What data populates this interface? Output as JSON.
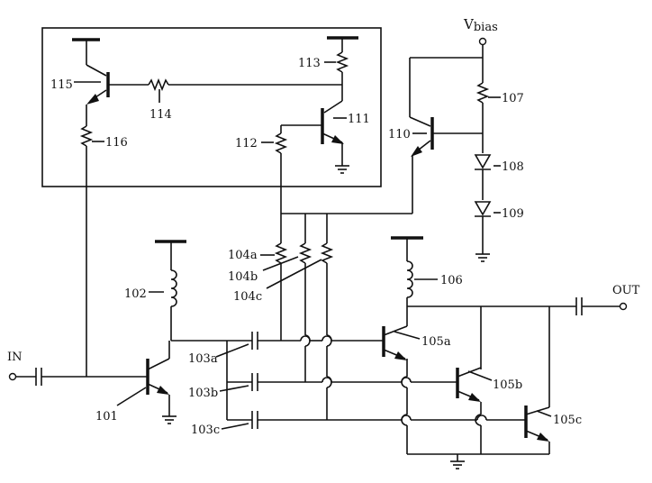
{
  "labels": {
    "vbias": "Vbias",
    "vbias_main": "V",
    "vbias_sub": "bias",
    "in": "IN",
    "out": "OUT",
    "q101": "101",
    "l102": "102",
    "c103a": "103a",
    "c103b": "103b",
    "c103c": "103c",
    "r104a": "104a",
    "r104b": "104b",
    "r104c": "104c",
    "q105a": "105a",
    "q105b": "105b",
    "q105c": "105c",
    "l106": "106",
    "r107": "107",
    "d108": "108",
    "d109": "109",
    "q110": "110",
    "q111": "111",
    "r112": "112",
    "r113": "113",
    "r114": "114",
    "q115": "115",
    "r116": "116"
  },
  "icons": {
    "ground": "ground-icon",
    "capacitor": "capacitor-icon",
    "inductor": "inductor-icon",
    "resistor": "resistor-icon",
    "transistor": "npn-transistor-icon",
    "diode": "diode-icon",
    "terminal": "terminal-icon"
  }
}
